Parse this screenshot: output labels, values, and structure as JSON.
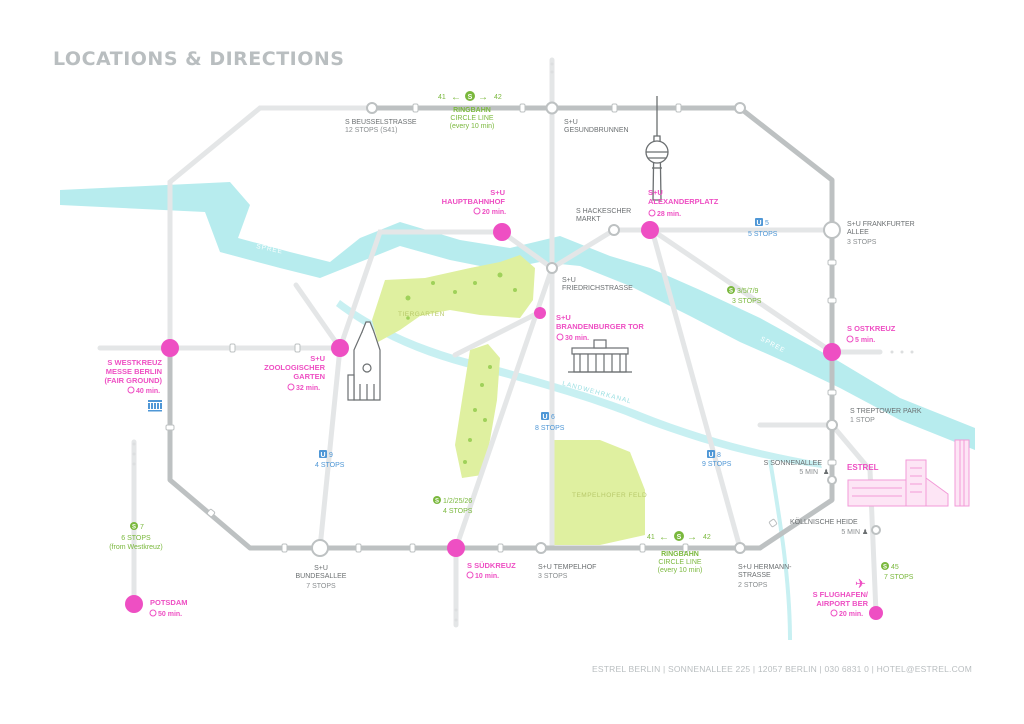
{
  "page": {
    "title": "LOCATIONS & DIRECTIONS",
    "footer": "ESTREL BERLIN | SONNENALLEE 225 | 12057 BERLIN | 030 6831 0 | HOTEL@ESTREL.COM"
  },
  "colors": {
    "pink": "#ee4fc3",
    "ring": "#bdc1c2",
    "lines": "#e4e6e7",
    "water": "#b7ecee",
    "park": "#dff0a0",
    "blue": "#4f97d6",
    "green": "#7ab83d"
  },
  "ringbahn_top": {
    "left_num": "41",
    "right_num": "42",
    "badge": "S",
    "name": "RINGBAHN",
    "line2": "CIRCLE LINE",
    "line3": "(every 10 min)"
  },
  "ringbahn_bottom": {
    "left_num": "41",
    "right_num": "42",
    "badge": "S",
    "name": "RINGBAHN",
    "line2": "CIRCLE LINE",
    "line3": "(every 10 min)"
  },
  "stations": {
    "beusselstrasse": {
      "name": "S BEUSSELSTRASSE",
      "sub": "12 STOPS (S41)"
    },
    "gesundbrunnen": {
      "l1": "S+U",
      "l2": "GESUNDBRUNNEN"
    },
    "hauptbahnhof": {
      "l1": "S+U",
      "l2": "HAUPTBAHNHOF",
      "time": "20 min."
    },
    "alexanderplatz": {
      "l1": "S+U",
      "l2": "ALEXANDERPLATZ",
      "time": "28 min."
    },
    "hackescher": {
      "l1": "S HACKESCHER",
      "l2": "MARKT"
    },
    "frankfurter": {
      "l1": "S+U FRANKFURTER",
      "l2": "ALLEE",
      "sub": "3 STOPS"
    },
    "friedrichstrasse": {
      "l1": "S+U",
      "l2": "FRIEDRICHSTRASSE"
    },
    "brandenburger": {
      "l1": "S+U",
      "l2": "BRANDENBURGER TOR",
      "time": "30 min."
    },
    "ostkreuz": {
      "name": "S OSTKREUZ",
      "time": "5 min."
    },
    "westkreuz": {
      "l1": "S WESTKREUZ",
      "l2": "MESSE BERLIN",
      "l3": "(FAIR GROUND)",
      "time": "40 min."
    },
    "zoologischer": {
      "l1": "S+U",
      "l2": "ZOOLOGISCHER",
      "l3": "GARTEN",
      "time": "32 min."
    },
    "treptower": {
      "name": "S TREPTOWER PARK",
      "sub": "1 STOP"
    },
    "sonnenallee": {
      "name": "S SONNENALLEE",
      "sub": "5 MIN"
    },
    "estrel": {
      "name": "ESTREL"
    },
    "koellnische": {
      "name": "KÖLLNISCHE HEIDE",
      "sub": "5 MIN"
    },
    "bundesallee": {
      "l1": "S+U",
      "l2": "BUNDESALLEE",
      "sub": "7 STOPS"
    },
    "suedkreuz": {
      "name": "S SÜDKREUZ",
      "time": "10 min."
    },
    "tempelhof": {
      "name": "S+U TEMPELHOF",
      "sub": "3 STOPS"
    },
    "hermannstrasse": {
      "l1": "S+U HERMANN-",
      "l2": "STRASSE",
      "sub": "2 STOPS"
    },
    "potsdam": {
      "name": "POTSDAM",
      "time": "50 min."
    },
    "flughafen": {
      "l1": "S FLUGHAFEN/",
      "l2": "AIRPORT BER",
      "time": "20 min."
    }
  },
  "line_labels": {
    "u5": {
      "badge": "U",
      "num": "5",
      "sub": "5 STOPS"
    },
    "s3579": {
      "badge": "S",
      "num": "3/5/7/9",
      "sub": "3 STOPS"
    },
    "u6": {
      "badge": "U",
      "num": "6",
      "sub": "8 STOPS"
    },
    "u8": {
      "badge": "U",
      "num": "8",
      "sub": "9 STOPS"
    },
    "u9": {
      "badge": "U",
      "num": "9",
      "sub": "4 STOPS"
    },
    "s12": {
      "badge": "S",
      "num": "1/2/25/26",
      "sub": "4 STOPS"
    },
    "s7": {
      "badge": "S",
      "num": "7",
      "sub": "6 STOPS",
      "sub2": "(from Westkreuz)"
    },
    "s45": {
      "badge": "S",
      "num": "45",
      "sub": "7 STOPS"
    }
  },
  "areas": {
    "tiergarten": "TIERGARTEN",
    "tempelhofer": "TEMPELHOFER FELD",
    "spree1": "SPREE",
    "spree2": "SPREE",
    "canal": "LANDWEHRKANAL"
  }
}
